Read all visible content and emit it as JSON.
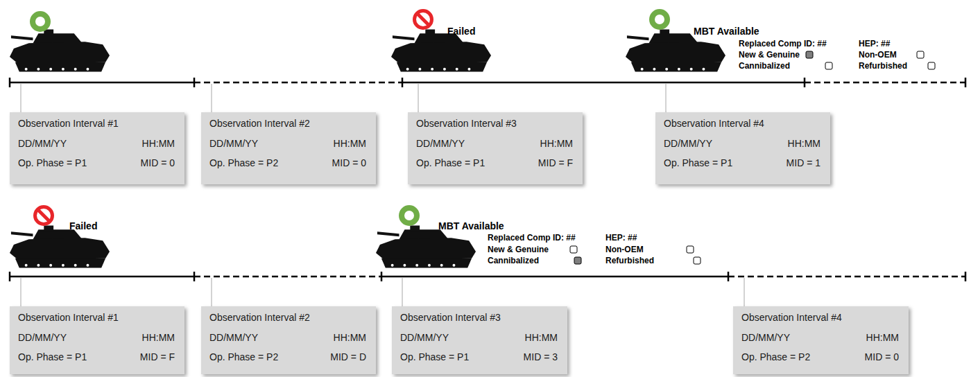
{
  "diagram": {
    "nodes": [
      {
        "text": [
          "Observation Interval #1",
          "DD/MM/YY",
          "HH:MM",
          "Op. Phase = P1",
          "MID = 0"
        ]
      },
      {
        "text": [
          "Observation Interval #2",
          "DD/MM/YY",
          "HH:MM",
          "Op. Phase = P2",
          "MID = 0"
        ]
      },
      {
        "text": [
          "Observation Interval #3",
          "DD/MM/YY",
          "HH:MM",
          "Op. Phase = P1",
          "MID = F"
        ]
      },
      {
        "text": [
          "Observation Interval #4",
          "DD/MM/YY",
          "HH:MM",
          "Op. Phase = P1",
          "MID = 1"
        ]
      },
      {
        "text": [
          "Observation Interval #1",
          "DD/MM/YY",
          "HH:MM",
          "Op. Phase = P1",
          "MID = F"
        ]
      },
      {
        "text": [
          "Observation Interval #2",
          "DD/MM/YY",
          "HH:MM",
          "Op. Phase = P2",
          "MID = D"
        ]
      },
      {
        "text": [
          "Observation Interval #3",
          "DD/MM/YY",
          "HH:MM",
          "Op. Phase = P1",
          "MID = 3"
        ]
      },
      {
        "text": [
          "Observation Interval #4",
          "DD/MM/YY",
          "HH:MM",
          "Op. Phase = P2",
          "MID = 0"
        ]
      }
    ],
    "labels": [
      "Failed",
      "MBT Available",
      "Replaced Comp ID: ##",
      "HEP: ##",
      "New & Genuine",
      "Non-OEM",
      "Cannibalized",
      "Refurbished",
      "Failed",
      "MBT Available",
      "Replaced Comp ID: ##",
      "HEP: ##",
      "New & Genuine",
      "Non-OEM",
      "Cannibalized",
      "Refurbished"
    ]
  }
}
